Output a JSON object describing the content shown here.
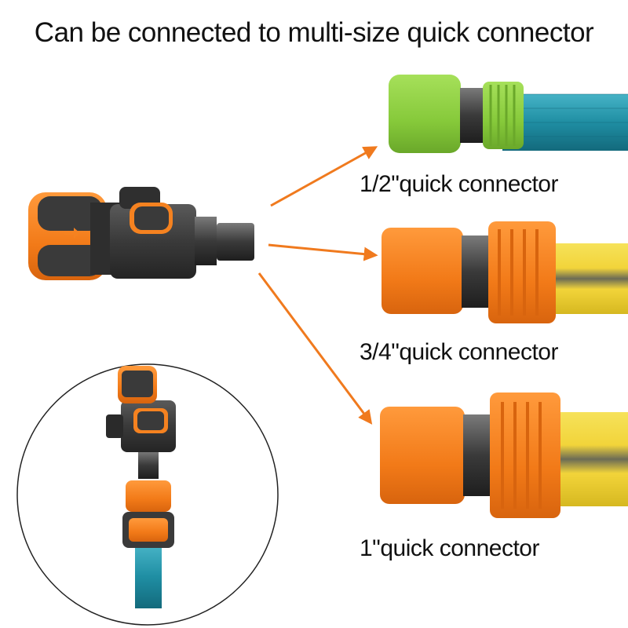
{
  "title": "Can be connected to multi-size quick connector",
  "connectors": [
    {
      "label": "1/2\"quick connector",
      "color": "#8ed13a",
      "hose_color": "#1f8ea3"
    },
    {
      "label": "3/4\"quick connector",
      "color": "#f58220",
      "hose_color": "#f2d43a"
    },
    {
      "label": "1\"quick connector",
      "color": "#f58220",
      "hose_color": "#f2d43a"
    }
  ],
  "colors": {
    "arrow": "#f07a1e",
    "valve_body": "#3b3b3b",
    "valve_accent": "#f58220"
  }
}
